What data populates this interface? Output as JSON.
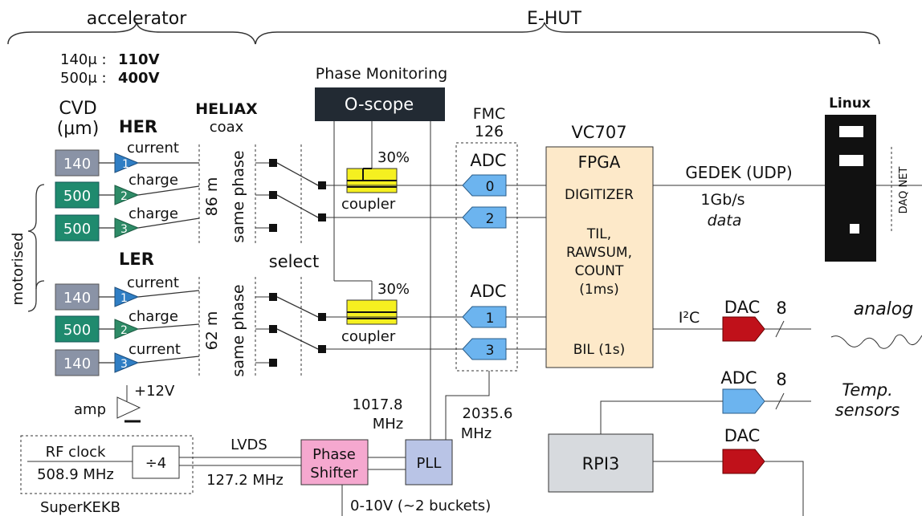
{
  "header": {
    "accelerator": "accelerator",
    "ehut": "E-HUT"
  },
  "voltage": {
    "v140_label": "140μ :",
    "v140_value": "110V",
    "v500_label": "500μ :",
    "v500_value": "400V"
  },
  "phase_monitoring": "Phase Monitoring",
  "oscope": "O-scope",
  "cvd": {
    "title1": "CVD",
    "title2": "(μm)"
  },
  "her": {
    "title": "HER",
    "sensors": [
      {
        "size": "140",
        "num": "1",
        "signal": "current"
      },
      {
        "size": "500",
        "num": "2",
        "signal": "charge"
      },
      {
        "size": "500",
        "num": "3",
        "signal": "charge"
      }
    ],
    "cable_length": "86 m"
  },
  "ler": {
    "title": "LER",
    "sensors": [
      {
        "size": "140",
        "num": "1",
        "signal": "current"
      },
      {
        "size": "500",
        "num": "2",
        "signal": "charge"
      },
      {
        "size": "140",
        "num": "3",
        "signal": "current"
      }
    ],
    "cable_length": "62 m"
  },
  "motorised": "motorised",
  "heliax": {
    "title": "HELIAX",
    "sub": "coax"
  },
  "same_phase": "same phase",
  "select": "select",
  "coupler": {
    "label": "coupler",
    "percent": "30%"
  },
  "fmc": {
    "title1": "FMC",
    "title2": "126"
  },
  "adc_label": "ADC",
  "adc_channels": [
    "0",
    "2",
    "1",
    "3"
  ],
  "vc707": "VC707",
  "fpga": {
    "title": "FPGA",
    "digitizer": "DIGITIZER",
    "til1": "TIL,",
    "til2": "RAWSUM,",
    "til3": "COUNT",
    "til4": "(1ms)",
    "bil": "BIL (1s)"
  },
  "gedek": {
    "title": "GEDEK (UDP)",
    "rate": "1Gb/s",
    "data": "data"
  },
  "linux": "Linux",
  "daq_net": "DAQ NET",
  "i2c": "I²C",
  "dac": "DAC",
  "bits": "8",
  "analog": "analog",
  "temp": {
    "line1": "Temp.",
    "line2": "sensors"
  },
  "rpi3": "RPI3",
  "amp": {
    "label": "amp",
    "voltage": "+12V"
  },
  "rf": {
    "title": "RF clock",
    "freq": "508.9 MHz",
    "divider": "÷4",
    "superkekb": "SuperKEKB"
  },
  "lvds": "LVDS",
  "freq_127": "127.2 MHz",
  "phase_shifter": {
    "line1": "Phase",
    "line2": "Shifter"
  },
  "pll": "PLL",
  "freq_1017": {
    "line1": "1017.8",
    "line2": "MHz"
  },
  "freq_2035": {
    "line1": "2035.6",
    "line2": "MHz"
  },
  "phase_range": "0-10V (~2 buckets)",
  "colors": {
    "sensor140": "#8a93a6",
    "sensor500": "#1f8a6e",
    "ampBlue": "#2f7ec4",
    "ampGreen": "#2e8b67",
    "coupler": "#f5f020",
    "adc": "#6cb4ef",
    "fpga": "#fde9c9",
    "dac": "#c0111a",
    "oscope": "#222a33",
    "phaseShifter": "#f5a8cf",
    "pll": "#b9c4e6",
    "rpi": "#d7dade"
  }
}
